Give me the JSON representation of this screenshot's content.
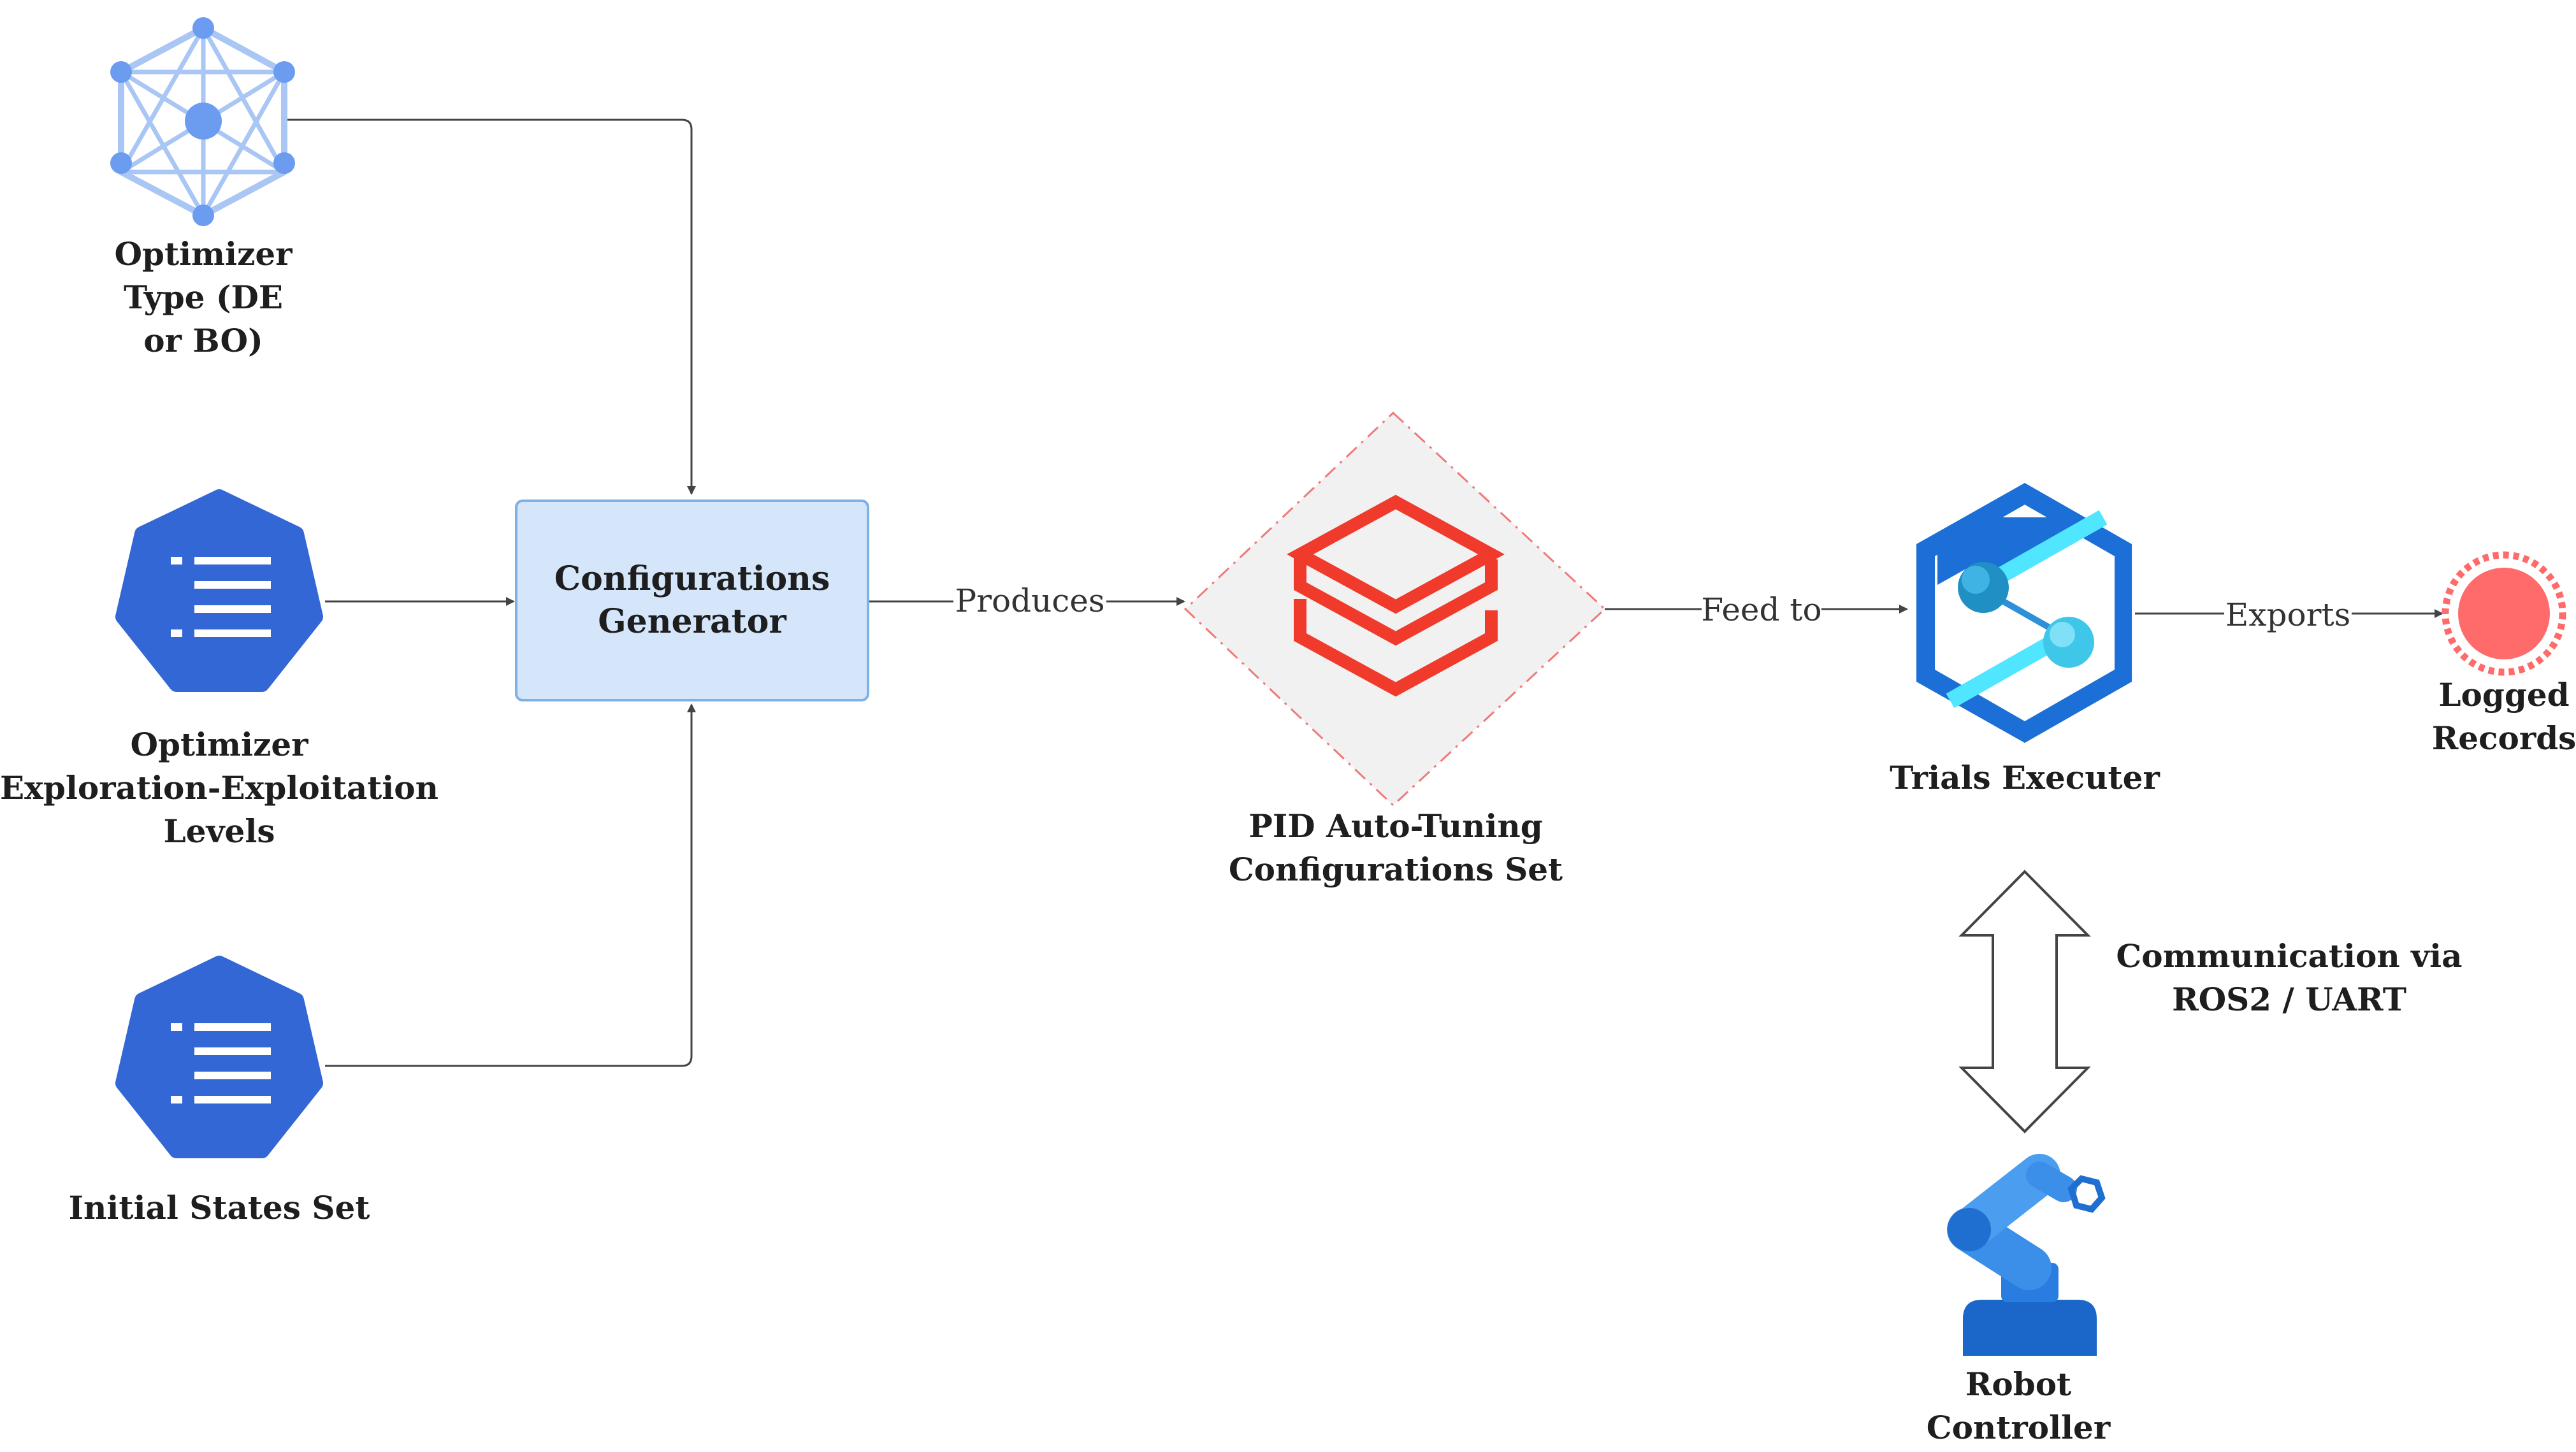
{
  "nodes": {
    "optimizer_type": {
      "line1": "Optimizer",
      "line2": "Type (DE",
      "line3": "or BO)"
    },
    "exploration_levels": {
      "line1": "Optimizer",
      "line2": "Exploration-Exploitation",
      "line3": "Levels"
    },
    "initial_states": {
      "line1": "Initial States Set"
    },
    "config_generator": {
      "line1": "Configurations",
      "line2": "Generator"
    },
    "pid_config_set": {
      "line1": "PID Auto-Tuning",
      "line2": "Configurations Set"
    },
    "trials_executer": {
      "line1": "Trials Executer"
    },
    "logged_records": {
      "line1": "Logged",
      "line2": "Records"
    },
    "robot_controller": {
      "line1": "Robot",
      "line2": "Controller"
    },
    "communication": {
      "line1": "Communication via",
      "line2": "ROS2 / UART"
    }
  },
  "edges": {
    "produces": "Produces",
    "feed_to": "Feed to",
    "exports": "Exports"
  },
  "colors": {
    "generator_fill": "#d5e6fb",
    "generator_stroke": "#7fb0e6",
    "hex_blue": "#3367d6",
    "network_light": "#a9c6f4",
    "network_node": "#6b9cef",
    "databricks_red": "#f03a2b",
    "diamond_fill": "#f1f1f1",
    "diamond_stroke": "#f07a7a",
    "synapse_blue": "#1b6fd6",
    "synapse_cyan": "#50e6ff",
    "record_red": "#ff6b6b",
    "connector": "#444444"
  },
  "icons": {
    "optimizer_type": "network-graph-icon",
    "exploration_levels": "hexagon-list-icon",
    "initial_states": "hexagon-list-icon",
    "pid_config_set": "layered-stack-icon",
    "trials_executer": "hexagon-pipeline-icon",
    "logged_records": "record-dot-icon",
    "robot_controller": "robot-arm-icon",
    "communication": "double-arrow-icon"
  }
}
